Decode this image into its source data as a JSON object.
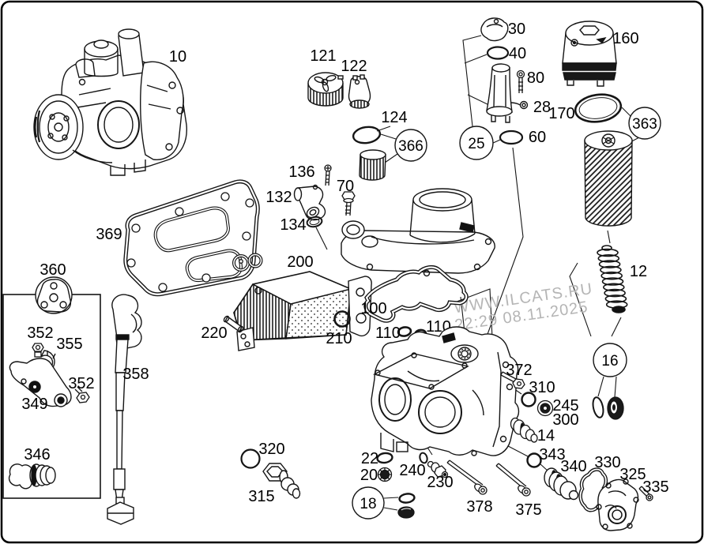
{
  "watermark": {
    "line1": "WWW.ILCATS.RU",
    "line2": "22:29 08.11.2025"
  },
  "colors": {
    "line": "#1a1a1a",
    "watermark": "#b5b5b5",
    "background": "#ffffff"
  },
  "labels": {
    "n10": "10",
    "n121": "121",
    "n122": "122",
    "n124": "124",
    "n366": "366",
    "n30": "30",
    "n40": "40",
    "n80": "80",
    "n28": "28",
    "n25": "25",
    "n60": "60",
    "n160": "160",
    "n170": "170",
    "n363": "363",
    "n12": "12",
    "n369": "369",
    "n136": "136",
    "n132": "132",
    "n134": "134",
    "n70": "70",
    "n200": "200",
    "n220": "220",
    "n210": "210",
    "n100": "100",
    "n110a": "110",
    "n110b": "110",
    "n360": "360",
    "n352a": "352",
    "n355": "355",
    "n352b": "352",
    "n349": "349",
    "n346": "346",
    "n358": "358",
    "n320": "320",
    "n315": "315",
    "n22": "22",
    "n20": "20",
    "n18": "18",
    "n240": "240",
    "n230": "230",
    "n378": "378",
    "n375": "375",
    "n372": "372",
    "n310": "310",
    "n245": "245",
    "n300": "300",
    "n14": "14",
    "n343": "343",
    "n16": "16",
    "n340": "340",
    "n330": "330",
    "n325": "325",
    "n335": "335"
  }
}
